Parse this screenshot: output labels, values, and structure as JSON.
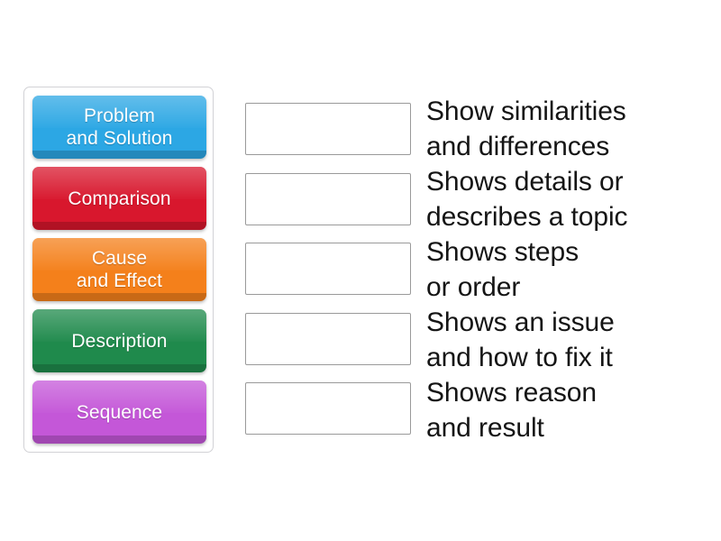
{
  "activity": {
    "type": "match-up",
    "colors": {
      "blue": "#2CA7E4",
      "red": "#D8172D",
      "orange": "#F4801B",
      "green": "#1F8A4C",
      "purple": "#C457D8",
      "tray_border": "#D2D2D6",
      "box_border": "#9A9A9A",
      "text": "#151515",
      "background": "#FFFFFF"
    }
  },
  "tiles": [
    {
      "label": "Problem\nand Solution",
      "color_name": "blue",
      "color": "#2CA7E4"
    },
    {
      "label": "Comparison",
      "color_name": "red",
      "color": "#D8172D"
    },
    {
      "label": "Cause\nand Effect",
      "color_name": "orange",
      "color": "#F4801B"
    },
    {
      "label": "Description",
      "color_name": "green",
      "color": "#1F8A4C"
    },
    {
      "label": "Sequence",
      "color_name": "purple",
      "color": "#C457D8"
    }
  ],
  "drop_boxes": [
    {
      "value": ""
    },
    {
      "value": ""
    },
    {
      "value": ""
    },
    {
      "value": ""
    },
    {
      "value": ""
    }
  ],
  "prompts": [
    {
      "text": "Show similarities\nand differences"
    },
    {
      "text": "Shows details or\ndescribes a topic"
    },
    {
      "text": "Shows steps\nor order"
    },
    {
      "text": "Shows an issue\nand how to fix it"
    },
    {
      "text": "Shows reason\nand result"
    }
  ]
}
